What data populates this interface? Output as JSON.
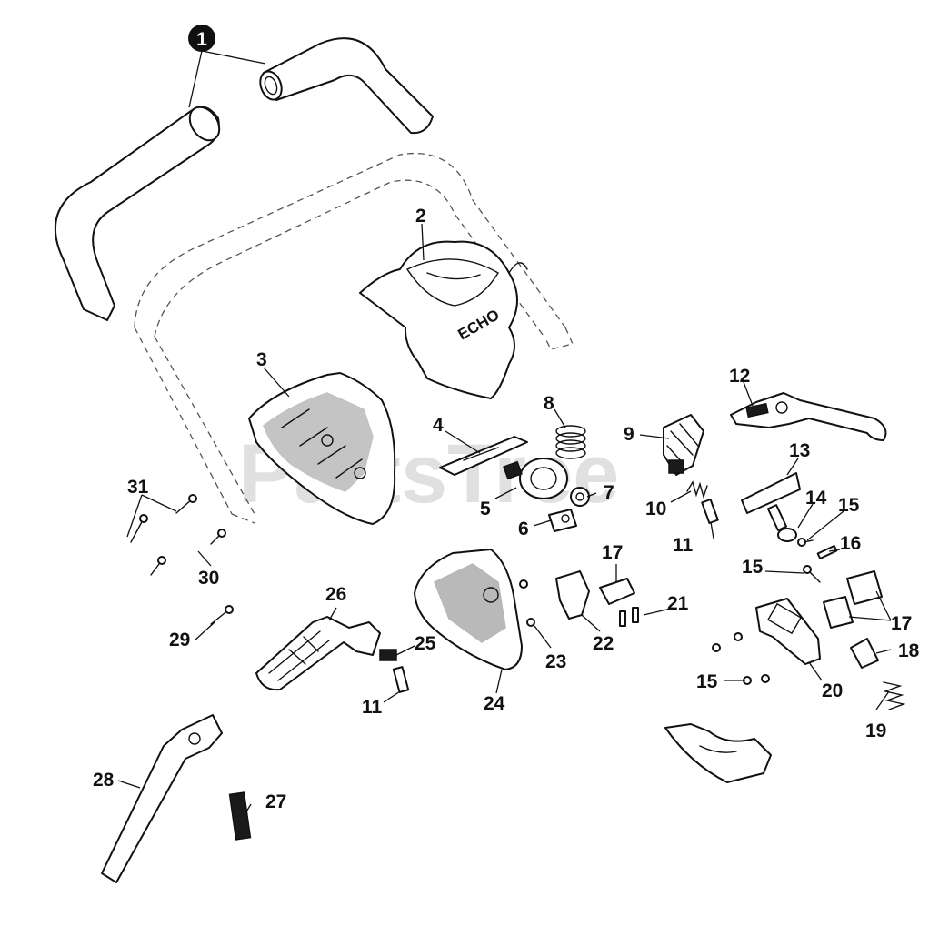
{
  "diagram": {
    "watermark": "PartsTree",
    "brand_mark": "ECHO",
    "callouts": {
      "c1": "1",
      "c2": "2",
      "c3": "3",
      "c4": "4",
      "c5": "5",
      "c6": "6",
      "c7": "7",
      "c8": "8",
      "c9": "9",
      "c10": "10",
      "c11a": "11",
      "c11b": "11",
      "c12": "12",
      "c13": "13",
      "c14": "14",
      "c15a": "15",
      "c15b": "15",
      "c15c": "15",
      "c16": "16",
      "c17a": "17",
      "c17b": "17",
      "c18": "18",
      "c19": "19",
      "c20": "20",
      "c21": "21",
      "c22": "22",
      "c23": "23",
      "c24": "24",
      "c25": "25",
      "c26": "26",
      "c27": "27",
      "c28": "28",
      "c29": "29",
      "c30": "30",
      "c31": "31"
    }
  }
}
